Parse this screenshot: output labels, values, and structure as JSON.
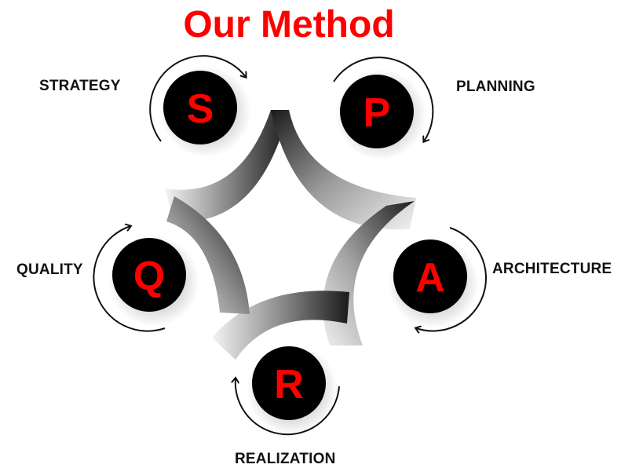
{
  "title": "Our Method",
  "colors": {
    "accent": "#ff0000",
    "node_fill": "#000000",
    "text": "#111111"
  },
  "nodes": [
    {
      "letter": "S",
      "label": "STRATEGY"
    },
    {
      "letter": "P",
      "label": "PLANNING"
    },
    {
      "letter": "A",
      "label": "ARCHITECTURE"
    },
    {
      "letter": "R",
      "label": "REALIZATION"
    },
    {
      "letter": "Q",
      "label": "QUALITY"
    }
  ]
}
